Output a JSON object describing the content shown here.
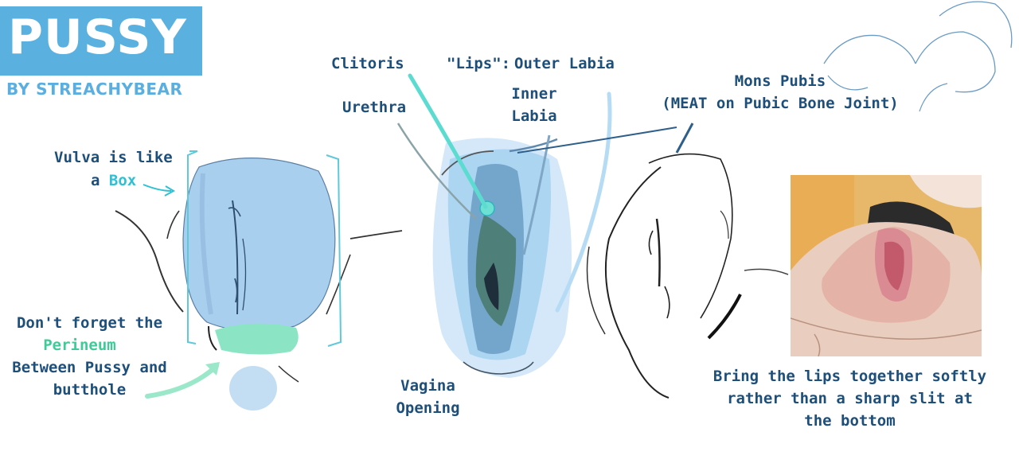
{
  "header": {
    "title": "PUSSY",
    "byline": "BY STREACHYBEAR"
  },
  "labels": {
    "vulva_line1": "Vulva is like",
    "vulva_a": "a ",
    "vulva_box": "Box",
    "perineum_line1": "Don't forget the",
    "perineum_word": "Perineum",
    "perineum_line3": "Between Pussy and",
    "perineum_line4": "butthole",
    "clitoris": "Clitoris",
    "urethra": "Urethra",
    "lips_quote": "\"Lips\":",
    "outer_labia": "Outer Labia",
    "inner_line1": "Inner",
    "inner_line2": "Labia",
    "mons_line1": "Mons Pubis",
    "mons_line2": "(MEAT on Pubic Bone Joint)",
    "vagina_line1": "Vagina",
    "vagina_line2": "Opening",
    "bring_line1": "Bring the lips together softly",
    "bring_line2": "rather than a sharp slit at",
    "bring_line3": "the bottom"
  },
  "colors": {
    "title_bg": "#5ab1df",
    "label_text": "#1d4f7a",
    "accent_box": "#2fc0d4",
    "accent_perineum": "#3ecb97"
  }
}
